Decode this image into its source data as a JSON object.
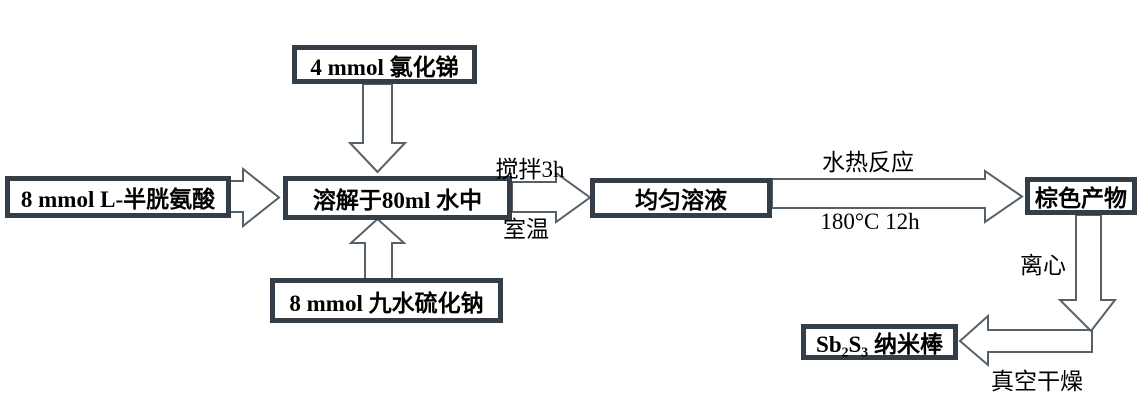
{
  "colors": {
    "background": "#ffffff",
    "box_border": "#333e48",
    "arrow_outline": "#566069",
    "text": "#000000"
  },
  "boxes": {
    "cysteine": "8 mmol L-半胱氨酸",
    "antimony_chloride": "4 mmol 氯化锑",
    "dissolve": "溶解于80ml 水中",
    "sodium_sulfide": "8 mmol 九水硫化钠",
    "solution": "均匀溶液",
    "brown_product": "棕色产物",
    "nanorods": "Sb₂S₃ 纳米棒"
  },
  "arrow_labels": {
    "stir": "搅拌3h",
    "room_temp": "室温",
    "hydrothermal": "水热反应",
    "condition": "180°C 12h",
    "centrifuge": "离心",
    "vacuum_dry": "真空干燥"
  }
}
